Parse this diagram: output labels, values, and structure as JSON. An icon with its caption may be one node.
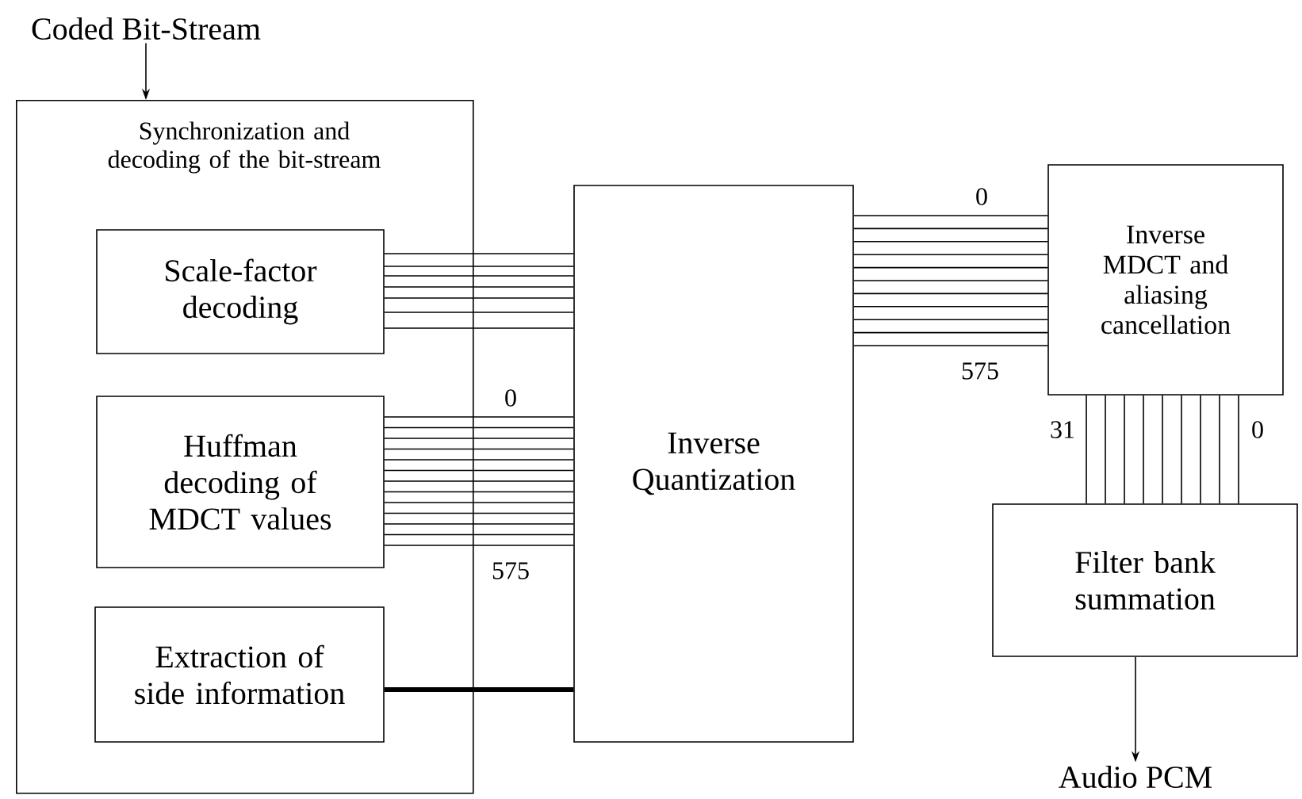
{
  "diagram": {
    "nodes": [
      {
        "text": [
          "Synchronization and decoding of the bit-stream"
        ]
      },
      {
        "text": [
          "Scale-factor decoding"
        ],
        "in": 0
      },
      {
        "text": [
          "Huffman decoding of MDCT values"
        ],
        "in": 0
      },
      {
        "text": [
          "Extraction of side information"
        ],
        "in": 0
      },
      {
        "text": [
          "Inverse Quantization"
        ]
      },
      {
        "text": [
          "Inverse MDCT and aliasing cancellation"
        ]
      },
      {
        "text": [
          "Filter bank summation"
        ]
      },
      {
        "text": [
          "Coded Bit-Stream"
        ]
      },
      {
        "text": [
          "Audio PCM"
        ]
      }
    ],
    "edges": [
      {
        "from": 7,
        "to": 0,
        "arrow": "to"
      },
      {
        "from": 1,
        "to": 4,
        "arrow": "none"
      },
      {
        "from": 2,
        "to": 4,
        "arrow": "none"
      },
      {
        "from": 3,
        "to": 4,
        "arrow": "none",
        "style": "thick"
      },
      {
        "from": 4,
        "to": 5,
        "arrow": "none"
      },
      {
        "from": 5,
        "to": 6,
        "arrow": "none"
      },
      {
        "from": 6,
        "to": 8,
        "arrow": "to"
      }
    ],
    "labels": [
      "0",
      "575",
      "0",
      "575",
      "31",
      "0"
    ]
  }
}
